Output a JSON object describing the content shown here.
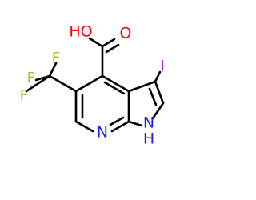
{
  "molecule": {
    "atoms": {
      "fluorine_top": {
        "label": "F",
        "color": "#8fce3f"
      },
      "fluorine_middle": {
        "label": "F",
        "color": "#8fce3f"
      },
      "fluorine_left": {
        "label": "F",
        "color": "#8fce3f"
      },
      "hydroxyl_oxygen": {
        "label": "HO",
        "color": "#ff0000"
      },
      "carbonyl_oxygen": {
        "label": "O",
        "color": "#ff0000"
      },
      "iodine": {
        "label": "I",
        "color": "#a020f0"
      },
      "pyridine_nitrogen": {
        "label": "N",
        "color": "#1a1aff"
      },
      "pyrrole_nitrogen": {
        "label": "N",
        "color": "#1a1aff"
      },
      "pyrrole_hydrogen": {
        "label": "H",
        "color": "#1a1aff"
      }
    },
    "colors": {
      "bond": "#000000",
      "background": "#ffffff"
    }
  }
}
